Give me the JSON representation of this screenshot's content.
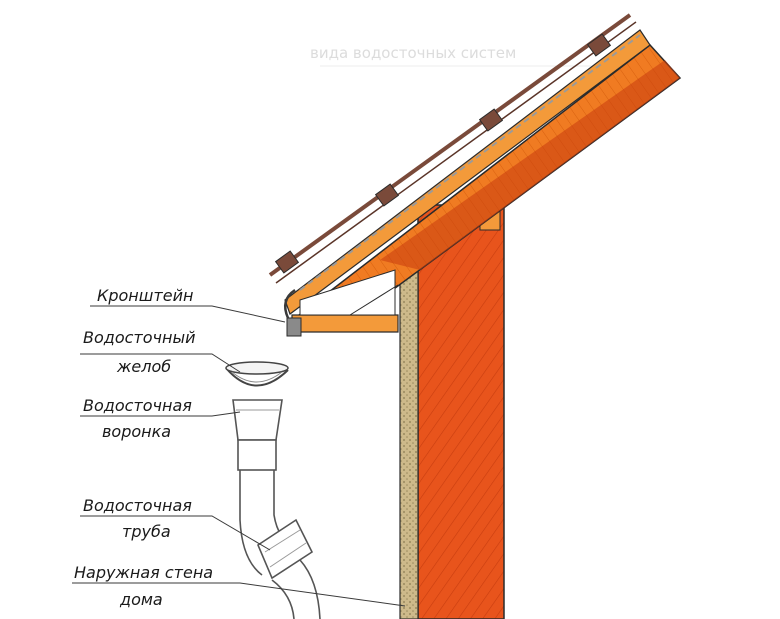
{
  "labels": {
    "bracket": "Кронштейн",
    "gutter_1": "Водосточный",
    "gutter_2": "желоб",
    "funnel_1": "Водосточная",
    "funnel_2": "воронка",
    "pipe_1": "Водосточная",
    "pipe_2": "труба",
    "wall_1": "Наружная стена",
    "wall_2": "дома"
  },
  "background_text": {
    "heading": "вида водосточных систем"
  },
  "colors": {
    "wall": "#e8541c",
    "wall_dark": "#c93d0f",
    "rafter": "#f07b22",
    "rafter_dark": "#d8600f",
    "board": "#f39a3a",
    "insulation": "#cdb98a",
    "roof_tile": "#7a4a3a",
    "pipe_stroke": "#6a6a6a",
    "line": "#2b2b2b"
  }
}
